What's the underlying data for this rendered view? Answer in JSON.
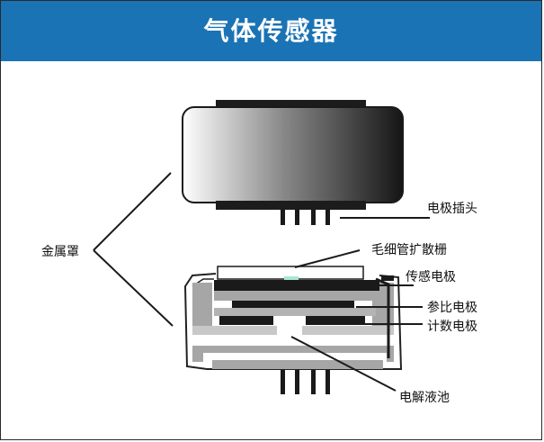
{
  "title": "气体传感器",
  "labels": {
    "metal_cover": "金属罩",
    "electrode_pins": "电极插头",
    "capillary_diffusion_grid": "毛细管扩散栅",
    "sensing_electrode": "传感电极",
    "reference_electrode": "参比电极",
    "counter_electrode": "计数电极",
    "electrolyte_reservoir": "电解液池"
  },
  "colors": {
    "header": "#1a73b4",
    "title_text": "#ffffff",
    "cap_dark": "#1c1c1c",
    "cap_light": "#ffffff",
    "electrode_dark": "#1a1a1a",
    "layer_gray": "#a6a6a6",
    "layer_light_gray": "#c8c8c8",
    "diffusion_membrane": "#a9e6d3"
  }
}
